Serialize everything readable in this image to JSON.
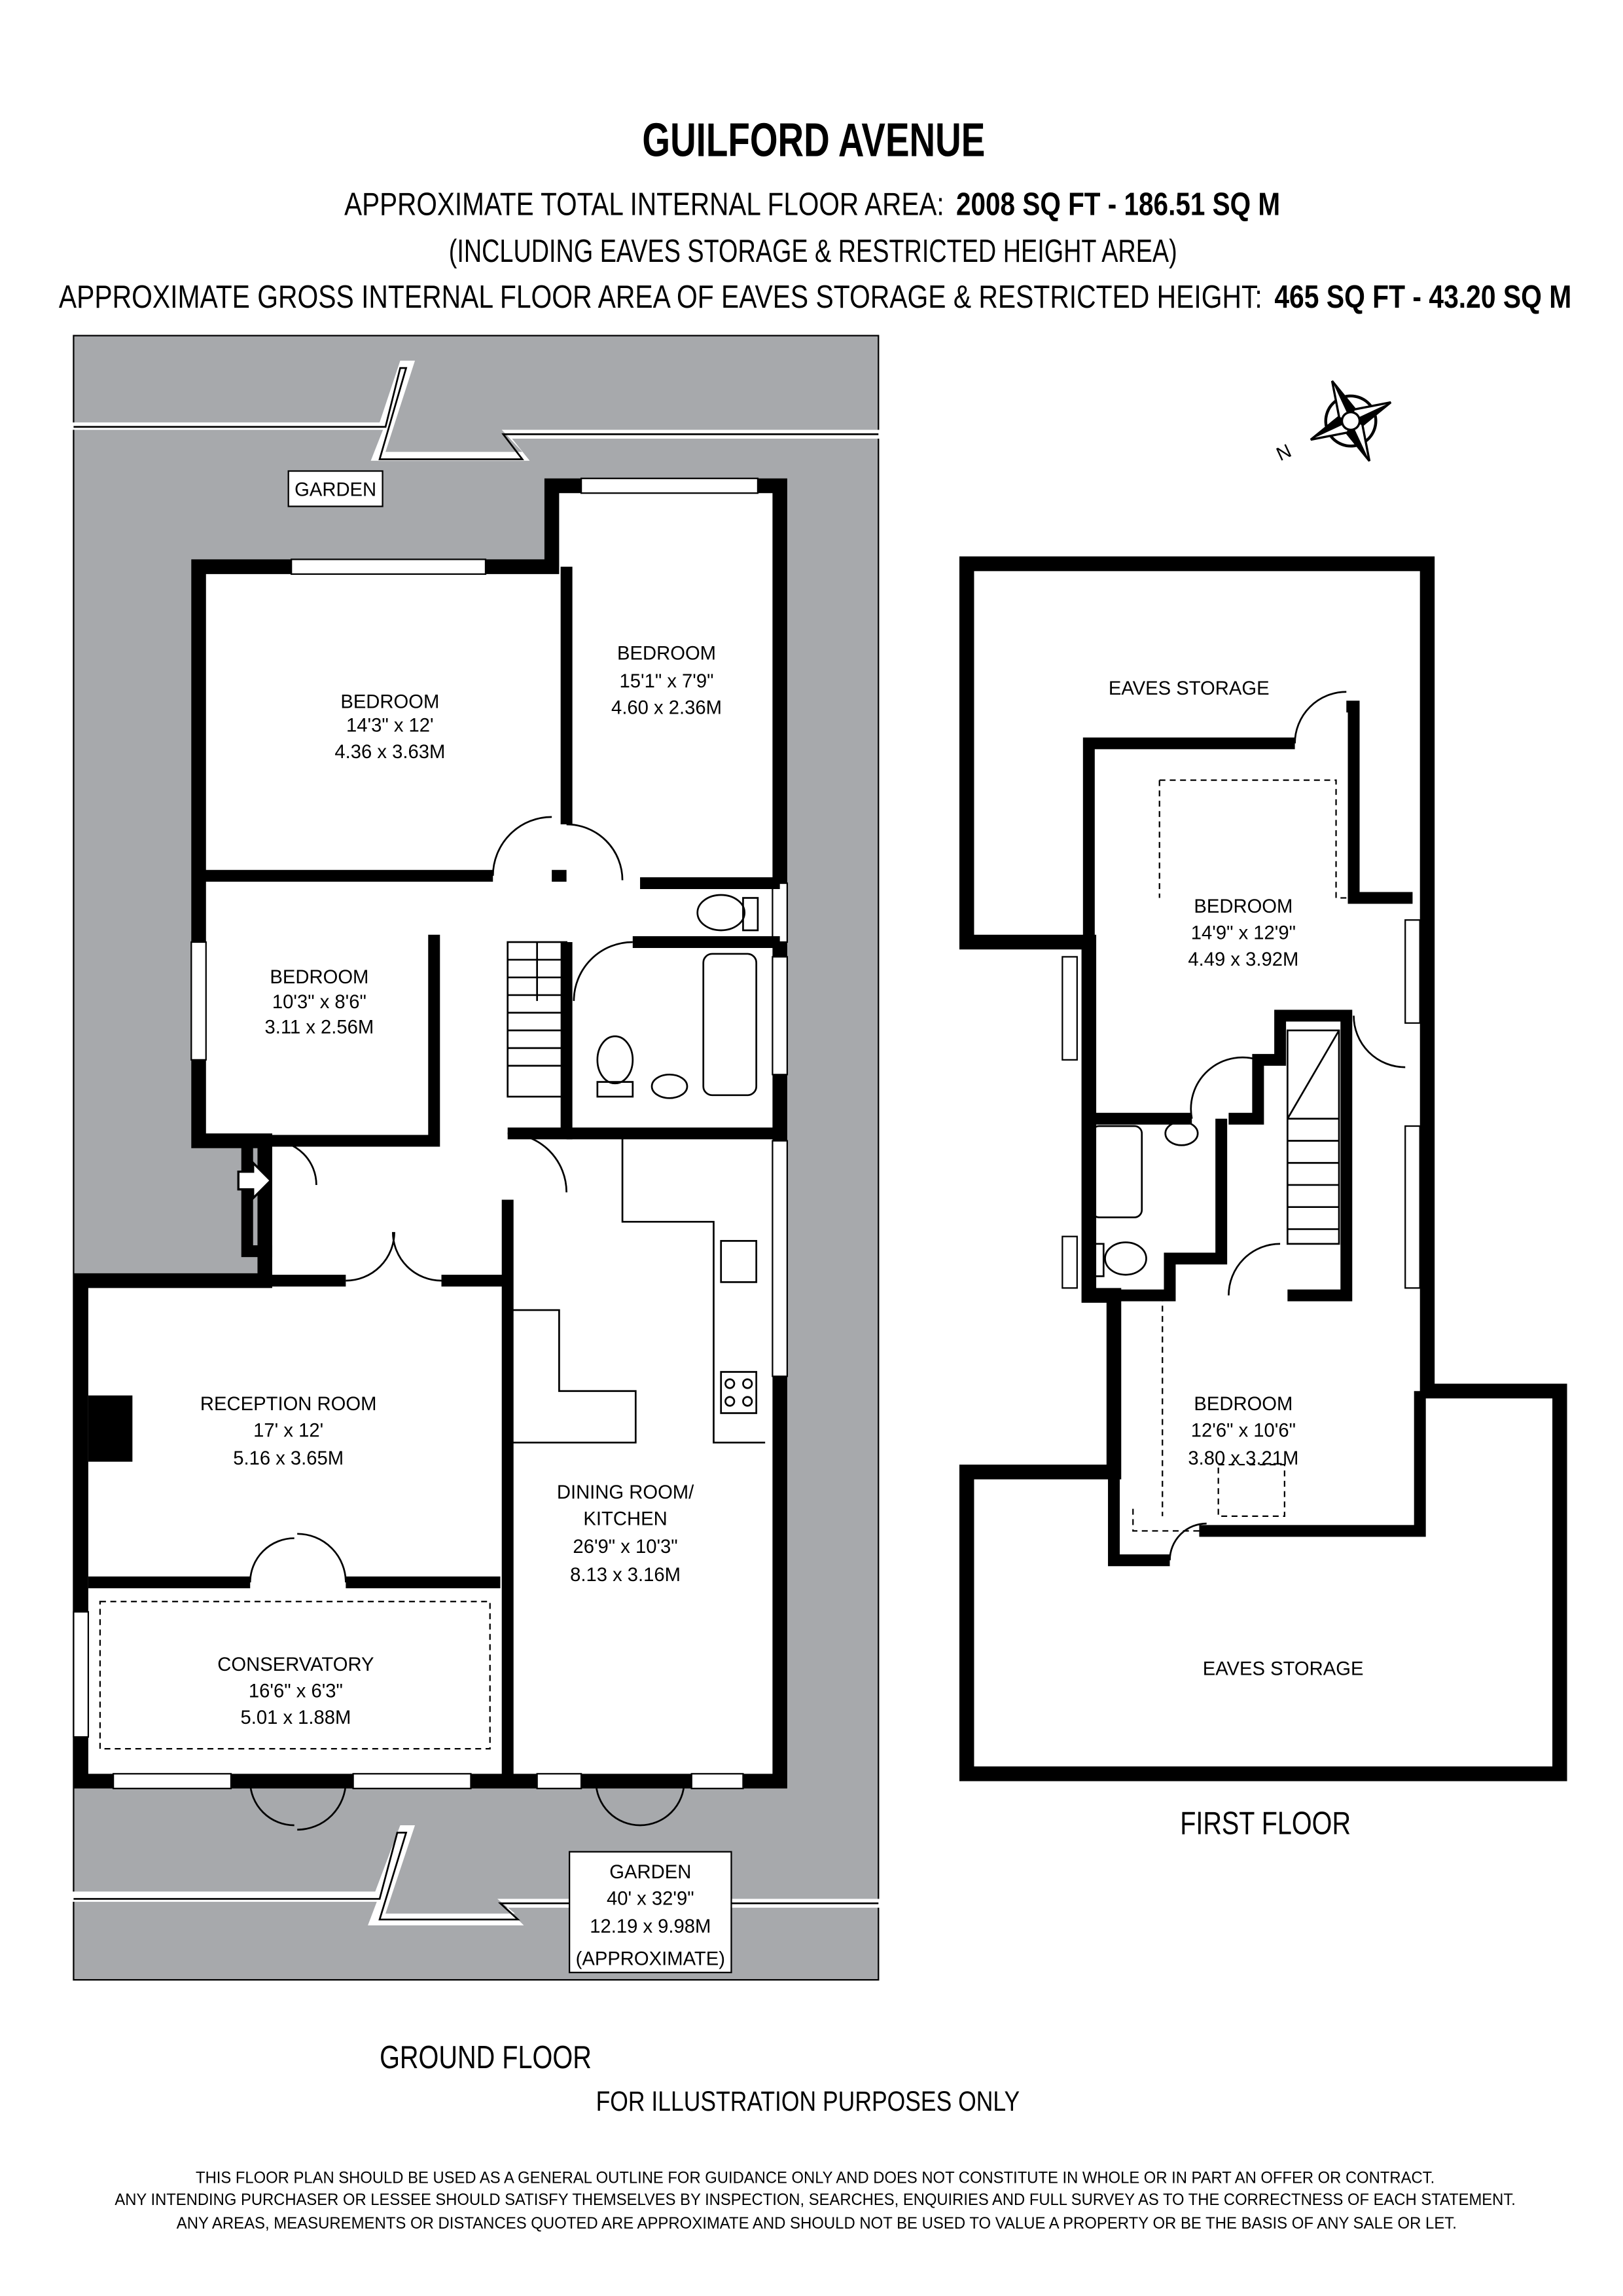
{
  "header": {
    "title": "GUILFORD AVENUE",
    "total_area_label": "APPROXIMATE TOTAL INTERNAL FLOOR AREA:",
    "total_area_value": "2008 SQ FT  -  186.51 SQ M",
    "total_area_note": "(INCLUDING EAVES STORAGE & RESTRICTED HEIGHT AREA)",
    "eaves_area_label": "APPROXIMATE GROSS INTERNAL FLOOR AREA OF EAVES STORAGE & RESTRICTED HEIGHT:",
    "eaves_area_value": "465 SQ FT  -  43.20 SQ M"
  },
  "ground_floor": {
    "label": "GROUND FLOOR",
    "garden_top": "GARDEN",
    "rooms": {
      "bedroom1": {
        "name": "BEDROOM",
        "imperial": "14'3\" x 12'",
        "metric": "4.36 x 3.63M"
      },
      "bedroom2": {
        "name": "BEDROOM",
        "imperial": "15'1\" x 7'9\"",
        "metric": "4.60 x 2.36M"
      },
      "bedroom3": {
        "name": "BEDROOM",
        "imperial": "10'3\" x 8'6\"",
        "metric": "3.11 x 2.56M"
      },
      "reception": {
        "name": "RECEPTION ROOM",
        "imperial": "17' x 12'",
        "metric": "5.16 x 3.65M"
      },
      "conservatory": {
        "name": "CONSERVATORY",
        "imperial": "16'6\" x 6'3\"",
        "metric": "5.01 x 1.88M"
      },
      "dining": {
        "name1": "DINING ROOM/",
        "name2": "KITCHEN",
        "imperial": "26'9\" x 10'3\"",
        "metric": "8.13 x 3.16M"
      },
      "garden": {
        "name": "GARDEN",
        "imperial": "40' x 32'9\"",
        "metric": "12.19 x 9.98M",
        "note": "(APPROXIMATE)"
      }
    }
  },
  "first_floor": {
    "label": "FIRST FLOOR",
    "rooms": {
      "eaves_upper": {
        "name": "EAVES STORAGE"
      },
      "bedroom1": {
        "name": "BEDROOM",
        "imperial": "14'9\" x 12'9\"",
        "metric": "4.49 x 3.92M"
      },
      "bedroom2": {
        "name": "BEDROOM",
        "imperial": "12'6\" x 10'6\"",
        "metric": "3.80 x 3.21M"
      },
      "eaves_lower": {
        "name": "EAVES STORAGE"
      }
    }
  },
  "compass": {
    "north_label": "N"
  },
  "footer": {
    "illustration": "FOR ILLUSTRATION PURPOSES ONLY",
    "disclaimer": [
      "THIS FLOOR PLAN SHOULD BE USED AS A GENERAL OUTLINE FOR GUIDANCE ONLY AND DOES NOT CONSTITUTE IN WHOLE OR IN PART AN OFFER OR CONTRACT.",
      "ANY INTENDING PURCHASER OR LESSEE SHOULD SATISFY THEMSELVES BY INSPECTION, SEARCHES, ENQUIRIES AND FULL SURVEY AS TO THE CORRECTNESS OF EACH STATEMENT.",
      "ANY AREAS, MEASUREMENTS OR DISTANCES QUOTED ARE APPROXIMATE AND SHOULD NOT BE USED TO VALUE A PROPERTY OR BE THE BASIS OF ANY SALE OR LET."
    ]
  }
}
